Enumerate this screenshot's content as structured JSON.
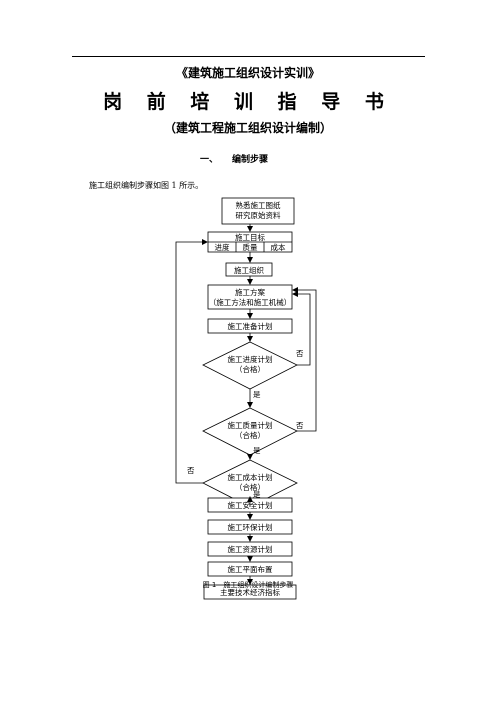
{
  "header": {
    "subtitle": "《建筑施工组织设计实训》",
    "title": "岗 前 培 训 指 导 书",
    "paren_title": "（建筑工程施工组织设计编制）"
  },
  "section": {
    "number": "一、",
    "title": "编制步骤"
  },
  "intro": "施工组织编制步骤如图 1 所示。",
  "flowchart": {
    "start_line1": "熟悉施工图纸",
    "start_line2": "研究原始资料",
    "goal": "施工目标",
    "goal_progress": "进度",
    "goal_quality": "质量",
    "goal_cost": "成本",
    "organization": "施工组织",
    "scheme_line1": "施工方案",
    "scheme_line2": "（施工方法和施工机械）",
    "prep_plan": "施工准备计划",
    "schedule_line1": "施工进度计划",
    "schedule_line2": "（合格）",
    "quality_line1": "施工质量计划",
    "quality_line2": "（合格）",
    "cost_line1": "施工成本计划",
    "cost_line2": "（合格）",
    "safety_plan": "施工安全计划",
    "env_plan": "施工环保计划",
    "resource_plan": "施工资源计划",
    "site_layout": "施工平面布置",
    "indicators": "主要技术经济指标",
    "yes": "是",
    "no": "否"
  },
  "caption": "图 1　施工组织设计编制步骤"
}
